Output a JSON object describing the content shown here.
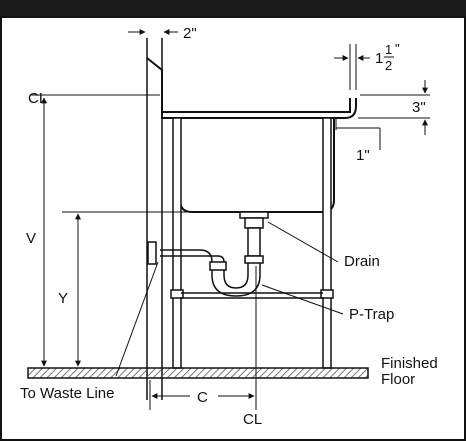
{
  "labels": {
    "dim_top": "2\"",
    "dim_rim_whole": "1",
    "dim_rim_num": "1",
    "dim_rim_den": "2",
    "dim_rim_unit": "\"",
    "dim_bowl_top": "3\"",
    "dim_bowl_side": "1\"",
    "centerline_left": "CL",
    "centerline_bottom": "CL",
    "dim_v": "V",
    "dim_y": "Y",
    "dim_c": "C",
    "drain": "Drain",
    "ptrap": "P-Trap",
    "waste_line": "To Waste Line",
    "floor_line1": "Finished",
    "floor_line2": "Floor"
  },
  "colors": {
    "ink": "#111111",
    "topbar": "#1a1a1a",
    "floor_hatch": "#555555"
  }
}
